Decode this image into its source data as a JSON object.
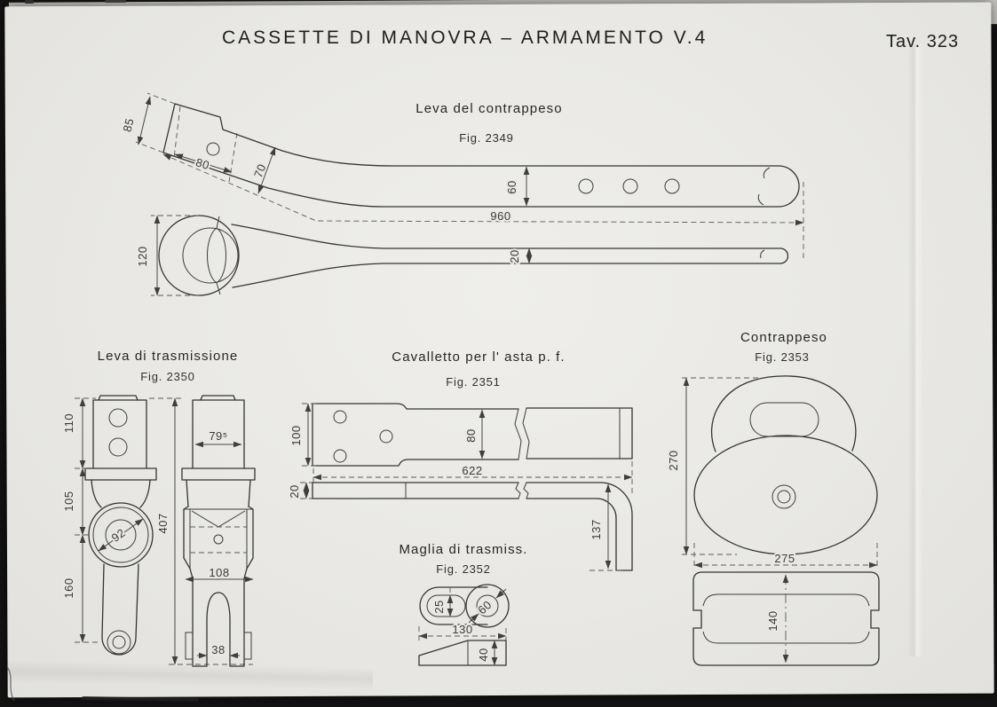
{
  "page": {
    "title": "CASSETTE DI MANOVRA – ARMAMENTO V.4",
    "plate_label": "Tav. 323"
  },
  "figures": {
    "fig2349": {
      "title": "Leva del contrappeso",
      "fig_no": "Fig. 2349",
      "dims": {
        "d85": "85",
        "d80": "80",
        "d70": "70",
        "d60": "60",
        "d960": "960",
        "d120": "120",
        "d20": "20"
      }
    },
    "fig2350": {
      "title": "Leva di trasmissione",
      "fig_no": "Fig. 2350",
      "dims": {
        "d110": "110",
        "d105": "105",
        "d160": "160",
        "d407": "407",
        "d795": "79⁵",
        "d92": "92",
        "d108": "108",
        "d38": "38"
      }
    },
    "fig2351": {
      "title": "Cavalletto per l' asta p. f.",
      "fig_no": "Fig. 2351",
      "dims": {
        "d100": "100",
        "d20": "20",
        "d80": "80",
        "d622": "622",
        "d137": "137"
      }
    },
    "fig2352": {
      "title": "Maglia di trasmiss.",
      "fig_no": "Fig. 2352",
      "dims": {
        "d25": "25",
        "d60": "60",
        "d130": "130",
        "d40": "40"
      }
    },
    "fig2353": {
      "title": "Contrappeso",
      "fig_no": "Fig. 2353",
      "dims": {
        "d270": "270",
        "d275": "275",
        "d140": "140"
      }
    }
  }
}
